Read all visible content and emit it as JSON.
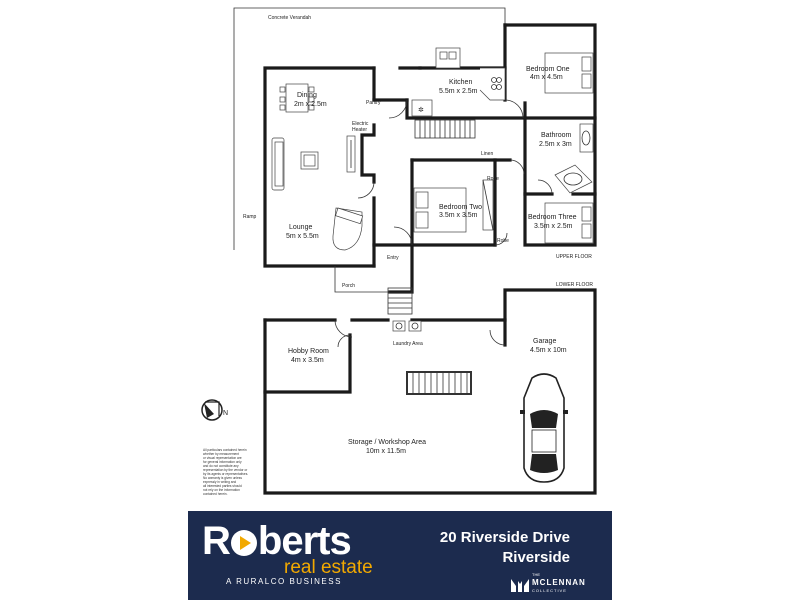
{
  "plan": {
    "outside": {
      "concrete_verandah": "Concrete Verandah",
      "ramp": "Ramp",
      "porch": "Porch",
      "entry": "Entry"
    },
    "upper_floor_label": "UPPER FLOOR",
    "lower_floor_label": "LOWER FLOOR",
    "rooms": {
      "dining": {
        "name": "Dining",
        "size": "2m x 2.5m"
      },
      "kitchen": {
        "name": "Kitchen",
        "size": "5.5m x 2.5m"
      },
      "bedroom_one": {
        "name": "Bedroom One",
        "size": "4m x 4.5m"
      },
      "bathroom": {
        "name": "Bathroom",
        "size": "2.5m x 3m"
      },
      "lounge": {
        "name": "Lounge",
        "size": "5m x 5.5m"
      },
      "bedroom_two": {
        "name": "Bedroom Two",
        "size": "3.5m x 3.5m"
      },
      "bedroom_three": {
        "name": "Bedroom Three",
        "size": "3.5m x 2.5m"
      },
      "hobby_room": {
        "name": "Hobby Room",
        "size": "4m x 3.5m"
      },
      "garage": {
        "name": "Garage",
        "size": "4.5m x 10m"
      },
      "storage": {
        "name": "Storage / Workshop Area",
        "size": "10m x 11.5m"
      }
    },
    "small_labels": {
      "electric_heater": [
        "Electric",
        "Heater"
      ],
      "linen": "Linen",
      "robe_upper": "Robe",
      "robe_lower": "Robe",
      "laundry": "Laundry Area",
      "pantry": "Pantry"
    },
    "compass_letter": "N",
    "disclaimer": [
      "All particulars contained herein",
      "whether by measurement",
      "or visual representation are",
      "for general information only",
      "and do not constitute any",
      "representation by the vendor or",
      "by its agents or representatives.",
      "No warranty is given unless",
      "expressly in writing and",
      "all interested parties should",
      "not rely on the information",
      "contained herein."
    ]
  },
  "banner": {
    "brand_pre": "R",
    "brand_post": "berts",
    "brand_sub": "real estate",
    "tagline": "A RURALCO BUSINESS",
    "address_line1": "20 Riverside Drive",
    "address_line2": "Riverside",
    "partner_pre": "THE",
    "partner_name": "MCLENNAN",
    "partner_sub": "COLLECTIVE",
    "colors": {
      "navy": "#1c2b4e",
      "gold": "#f2a900"
    }
  }
}
